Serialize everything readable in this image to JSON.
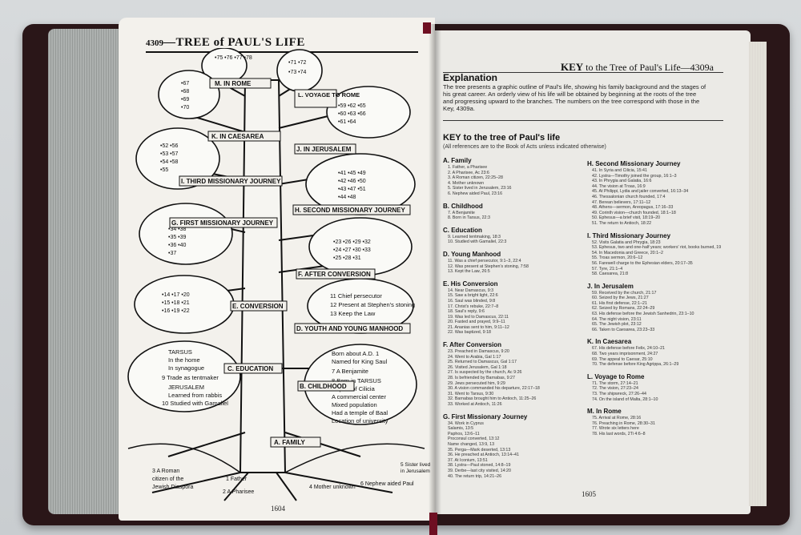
{
  "left_page": {
    "page_code": "4309",
    "title": "—TREE of PAUL'S LIFE",
    "page_number": "1604"
  },
  "tree": {
    "branches": {
      "M": "M. IN ROME",
      "L": "L. VOYAGE TO ROME",
      "K": "K. IN CAESAREA",
      "J": "J. IN JERUSALEM",
      "I": "I. THIRD MISSIONARY JOURNEY",
      "H": "H. SECOND MISSIONARY JOURNEY",
      "G": "G. FIRST MISSIONARY JOURNEY",
      "F": "F. AFTER CONVERSION",
      "E": "E. CONVERSION",
      "D": "D. YOUTH AND YOUNG MANHOOD",
      "C": "C. EDUCATION",
      "B": "B. CHILDHOOD",
      "A": "A. FAMILY"
    },
    "clouds": {
      "rome": [
        "75",
        "76",
        "77",
        "78"
      ],
      "voyage": [
        "71",
        "72",
        "73",
        "74"
      ],
      "top_left": [
        "67",
        "68",
        "69",
        "70"
      ],
      "caesarea": [
        "59",
        "60",
        "61",
        "62",
        "63",
        "64",
        "65",
        "66"
      ],
      "third": [
        "52",
        "53",
        "54",
        "55",
        "56",
        "57",
        "58"
      ],
      "second": [
        "41",
        "42",
        "43",
        "44",
        "45",
        "46",
        "47",
        "48",
        "49",
        "50",
        "51"
      ],
      "first": [
        "34",
        "35",
        "36",
        "37",
        "38",
        "39",
        "40"
      ],
      "after_conv": [
        "23",
        "24",
        "25",
        "26",
        "27",
        "28",
        "29",
        "30",
        "31",
        "32",
        "33"
      ],
      "conversion": [
        "14",
        "15",
        "16",
        "17",
        "18",
        "19",
        "20",
        "21",
        "22"
      ]
    },
    "youth_items": [
      "11  Chief persecutor",
      "12  Present at Stephen's stoning",
      "13  Keep the Law"
    ],
    "education_items": [
      "TARSUS",
      "In the home",
      "In synagogue",
      "9 Trade as tentmaker",
      "JERUSALEM",
      "Learned from rabbis",
      "10  Studied with Gamaliel"
    ],
    "childhood_items": [
      "Born about A.D. 1",
      "Named for King Saul",
      "7  A Benjamite",
      "8  Born in TARSUS",
      "Capital of Cilicia",
      "A commercial center",
      "Mixed population",
      "Had a temple of Baal",
      "Location of university"
    ],
    "roots": [
      "3 A Roman",
      "citizen of the",
      "Jewish Diaspora",
      "1 Father",
      "2 A Pharisee",
      "4 Mother unknown",
      "5 Sister lived",
      "in Jerusalem",
      "6 Nephew aided Paul"
    ]
  },
  "right_page": {
    "header_key": "KEY",
    "header_rest": " to the Tree of Paul's Life",
    "page_code": "—4309a",
    "explanation_title": "Explanation",
    "explanation_text": "The tree presents a graphic outline of Paul's life, showing his family background and the stages of his great career. An orderly view of his life will be obtained by beginning at the roots of the tree and progressing upward to the branches. The numbers on the tree correspond with those in the Key, 4309a.",
    "key_title": "KEY to the tree of Paul's life",
    "key_subtitle": "(All references are to the Book of Acts unless indicated otherwise)",
    "page_number": "1605"
  },
  "key_left": [
    {
      "head": "A. Family",
      "lines": [
        "1. Father, a Pharisee",
        "2. A Pharisee, Ac 23:6",
        "3. A Roman citizen, 22:25–28",
        "4. Mother unknown",
        "5. Sister lived in Jerusalem, 23:16",
        "6. Nephew aided Paul, 23:16"
      ]
    },
    {
      "head": "B. Childhood",
      "lines": [
        "7. A Benjamite",
        "8. Born in Tarsus, 22:3"
      ]
    },
    {
      "head": "C. Education",
      "lines": [
        "9. Learned tentmaking, 18:3",
        "10. Studied with Gamaliel, 22:3"
      ]
    },
    {
      "head": "D. Young Manhood",
      "lines": [
        "11. Was a chief persecutor, 9:1–3, 22:4",
        "12. Was present at Stephen's stoning, 7:58",
        "13. Kept the Law, 26:5"
      ]
    },
    {
      "head": "E. His Conversion",
      "lines": [
        "14. Near Damascus, 9:3",
        "15. Saw a bright light, 22:6",
        "16. Saul was blinded, 9:8",
        "17. Christ's rebuke, 22:7–8",
        "18. Saul's reply, 9:6",
        "19. Was led to Damascus, 22:11",
        "20. Fasted and prayed, 9:9–11",
        "21. Ananias sent to him, 9:11–12",
        "22. Was baptized, 9:18"
      ]
    },
    {
      "head": "F. After Conversion",
      "lines": [
        "23. Preached in Damascus, 9:20",
        "24. Went to Arabia, Gal 1:17",
        "25. Returned to Damascus, Gal 1:17",
        "26. Visited Jerusalem, Gal 1:18",
        "27. Is suspected by the church, Ac 9:26",
        "28. Is befriended by Barnabas, 9:27",
        "29. Jews persecuted him, 9:29",
        "30. A vision commanded his departure, 22:17–18",
        "31. Went to Tarsus, 9:30",
        "32. Barnabas brought him to Antioch, 11:25–26",
        "33. Worked at Antioch, 11:26"
      ]
    },
    {
      "head": "G. First Missionary Journey",
      "lines": [
        "34. Work in Cyprus",
        "Salamis, 13:5",
        "Paphos, 13:6–11",
        "Proconsul converted, 13:12",
        "Name changed, 13:9, 13",
        "35. Perga—Mark deserted, 13:13",
        "36. He preached at Antioch, 13:14–41",
        "37. At Iconium, 13:51",
        "38. Lystra—Paul stoned, 14:8–19",
        "39. Derbe—last city visited, 14:20",
        "40. The return trip, 14:21–26"
      ]
    }
  ],
  "key_right": [
    {
      "head": "H. Second Missionary Journey",
      "lines": [
        "41. In Syria and Cilicia, 15:41",
        "42. Lystra—Timothy joined the group, 16:1–3",
        "43. In Phrygia and Galatia, 16:6",
        "44. The vision at Troas, 16:9",
        "45. At Philippi, Lydia and jailer converted, 16:13–34",
        "46. Thessalonian church founded, 17:4",
        "47. Berean believers, 17:11–12",
        "48. Athens—sermon, Areopagus, 17:16–33",
        "49. Corinth vision—church founded, 18:1–18",
        "50. Ephesus—a brief visit, 18:19–20",
        "51. The return to Antioch, 18:22"
      ]
    },
    {
      "head": "I. Third Missionary Journey",
      "lines": [
        "52. Visits Galatia and Phrygia, 18:23",
        "53. Ephesus, two and one-half years; workers' riot, books burned, 19",
        "54. In Macedonia and Greece, 20:1–2",
        "55. Troas sermon, 20:6–12",
        "56. Farewell charge to the Ephesian elders, 20:17–35",
        "57. Tyre, 21:1–4",
        "58. Caesarea, 21:8"
      ]
    },
    {
      "head": "J. In Jerusalem",
      "lines": [
        "59. Received by the church, 21:17",
        "60. Seized by the Jews, 21:27",
        "61. His first defense, 22:1–21",
        "62. Seized by Romans, 22:24–29",
        "63. His defense before the Jewish Sanhedrin, 23:1–10",
        "64. The night vision, 23:11",
        "65. The Jewish plot, 23:12",
        "66. Taken to Caesarea, 23:23–33"
      ]
    },
    {
      "head": "K. In Caesarea",
      "lines": [
        "67. His defense before Felix, 24:10–21",
        "68. Two years imprisonment, 24:27",
        "69. The appeal to Caesar, 25:10",
        "70. The defense before King Agrippa, 26:1–29"
      ]
    },
    {
      "head": "L. Voyage to Rome",
      "lines": [
        "71. The storm, 27:14–21",
        "72. The vision, 27:23–24",
        "73. The shipwreck, 27:26–44",
        "74. On the island of Malta, 28:1–10"
      ]
    },
    {
      "head": "M. In Rome",
      "lines": [
        "75. Arrival at Rome, 28:16",
        "76. Preaching in Rome, 28:30–31",
        "77. Wrote six letters here",
        "78. His last words, 2Ti 4:6–8"
      ]
    }
  ]
}
